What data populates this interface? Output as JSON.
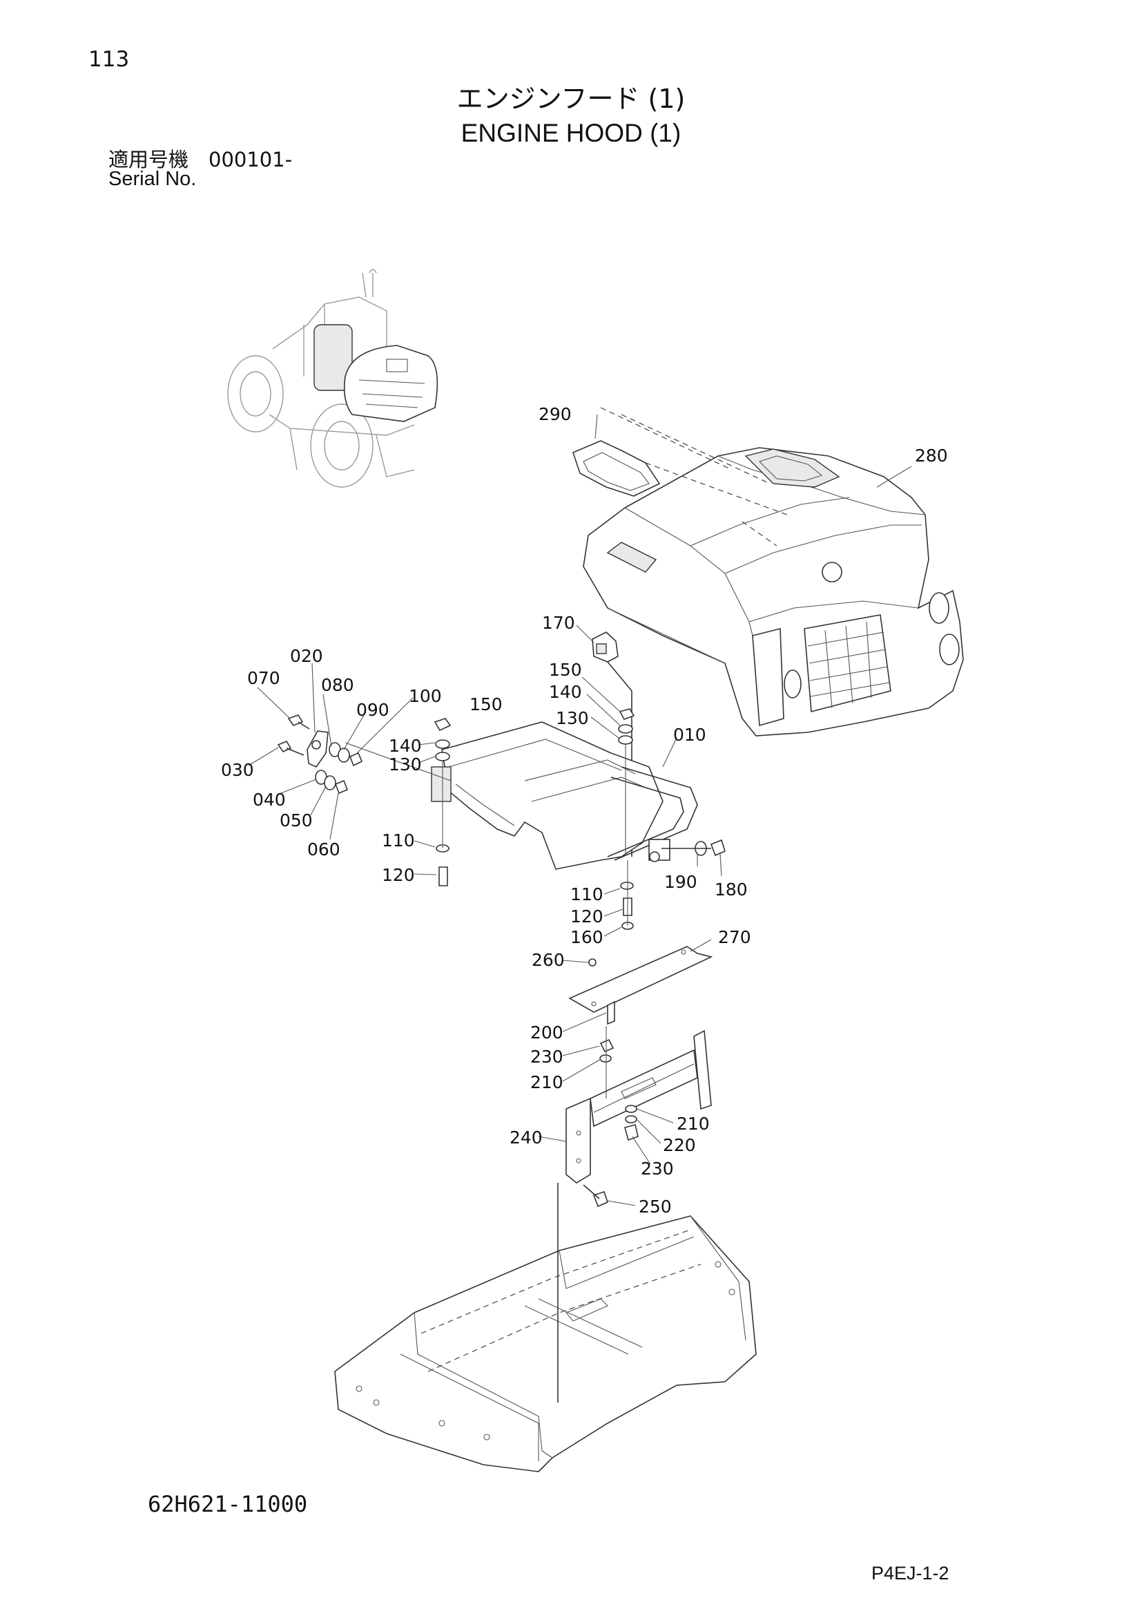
{
  "header": {
    "page_number": "113",
    "title_jp": "エンジンフード (1)",
    "title_en": "ENGINE HOOD (1)",
    "serial_label_jp": "適用号機　000101-",
    "serial_label_en": "Serial No."
  },
  "footer": {
    "drawing_number": "62H621-11000",
    "page_code": "P4EJ-1-2"
  },
  "diagram": {
    "part_callouts": [
      "290",
      "280",
      "170",
      "020",
      "070",
      "080",
      "090",
      "100",
      "150",
      "140",
      "130",
      "150",
      "140",
      "130",
      "010",
      "030",
      "040",
      "050",
      "060",
      "110",
      "120",
      "190",
      "180",
      "110",
      "120",
      "160",
      "260",
      "270",
      "200",
      "230",
      "210",
      "210",
      "220",
      "230",
      "240",
      "250"
    ]
  }
}
